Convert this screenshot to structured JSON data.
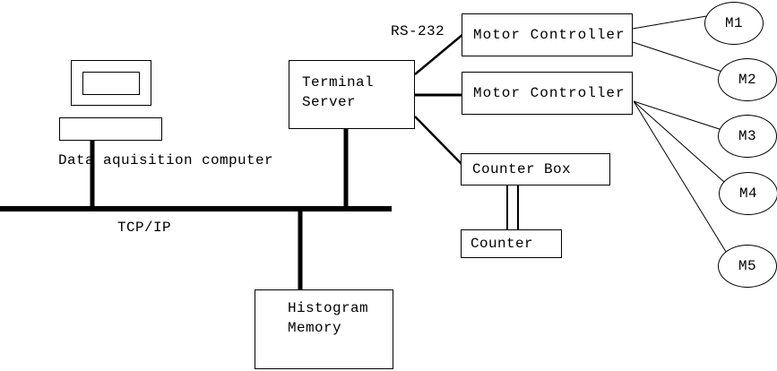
{
  "diagram": {
    "labels": {
      "computer_caption": "Data aquisition computer",
      "bus_label": "TCP/IP",
      "serial_label": "RS-232"
    },
    "nodes": {
      "terminal_server": "Terminal Server",
      "motor_controller_1": "Motor Controller",
      "motor_controller_2": "Motor Controller",
      "counter_box": "Counter Box",
      "counter": "Counter",
      "histogram_memory": "Histogram Memory",
      "motors": [
        "M1",
        "M2",
        "M3",
        "M4",
        "M5"
      ]
    },
    "colors": {
      "line": "#000000",
      "background": "#ffffff"
    }
  }
}
